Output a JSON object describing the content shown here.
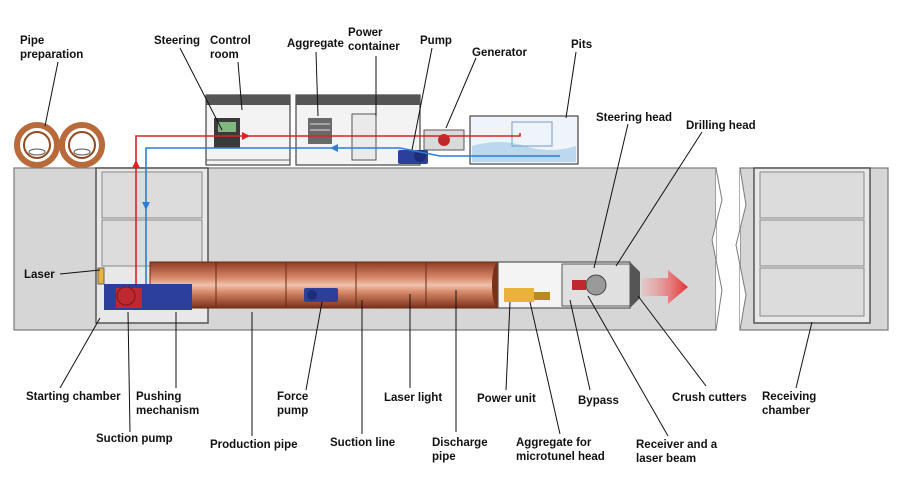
{
  "labels": {
    "pipe_preparation": [
      "Pipe",
      "preparation"
    ],
    "steering": "Steering",
    "control_room": [
      "Control",
      "room"
    ],
    "aggregate": "Aggregate",
    "power_container": [
      "Power",
      "container"
    ],
    "pump": "Pump",
    "generator": "Generator",
    "pits": "Pits",
    "steering_head": "Steering head",
    "drilling_head": "Drilling head",
    "laser": "Laser",
    "starting_chamber": "Starting chamber",
    "pushing_mechanism": [
      "Pushing",
      "mechanism"
    ],
    "suction_pump": "Suction pump",
    "production_pipe": "Production pipe",
    "force_pump": [
      "Force",
      "pump"
    ],
    "suction_line": "Suction line",
    "laser_light": "Laser light",
    "discharge_pipe": [
      "Discharge",
      "pipe"
    ],
    "power_unit": "Power unit",
    "aggregate_for_microtunel_head": [
      "Aggregate for",
      "microtunel head"
    ],
    "bypass": "Bypass",
    "receiver_and_laser_beam": [
      "Receiver and a",
      "laser beam"
    ],
    "crush_cutters": "Crush cutters",
    "receiving_chamber": [
      "Receiving",
      "chamber"
    ]
  },
  "colors": {
    "ground": "#d6d6d6",
    "ground_edge": "#7a7a7a",
    "pipe": "#b8583a",
    "pipe_highlight": "#e9b39a",
    "discharge_line": "#e02020",
    "suction_line": "#2a7fd4",
    "arrow": "#e23030",
    "water": "#bcd8ee",
    "machine_blue": "#2c3f9a",
    "machine_red": "#c0282f",
    "pipe_coil": "#b86a3a"
  }
}
